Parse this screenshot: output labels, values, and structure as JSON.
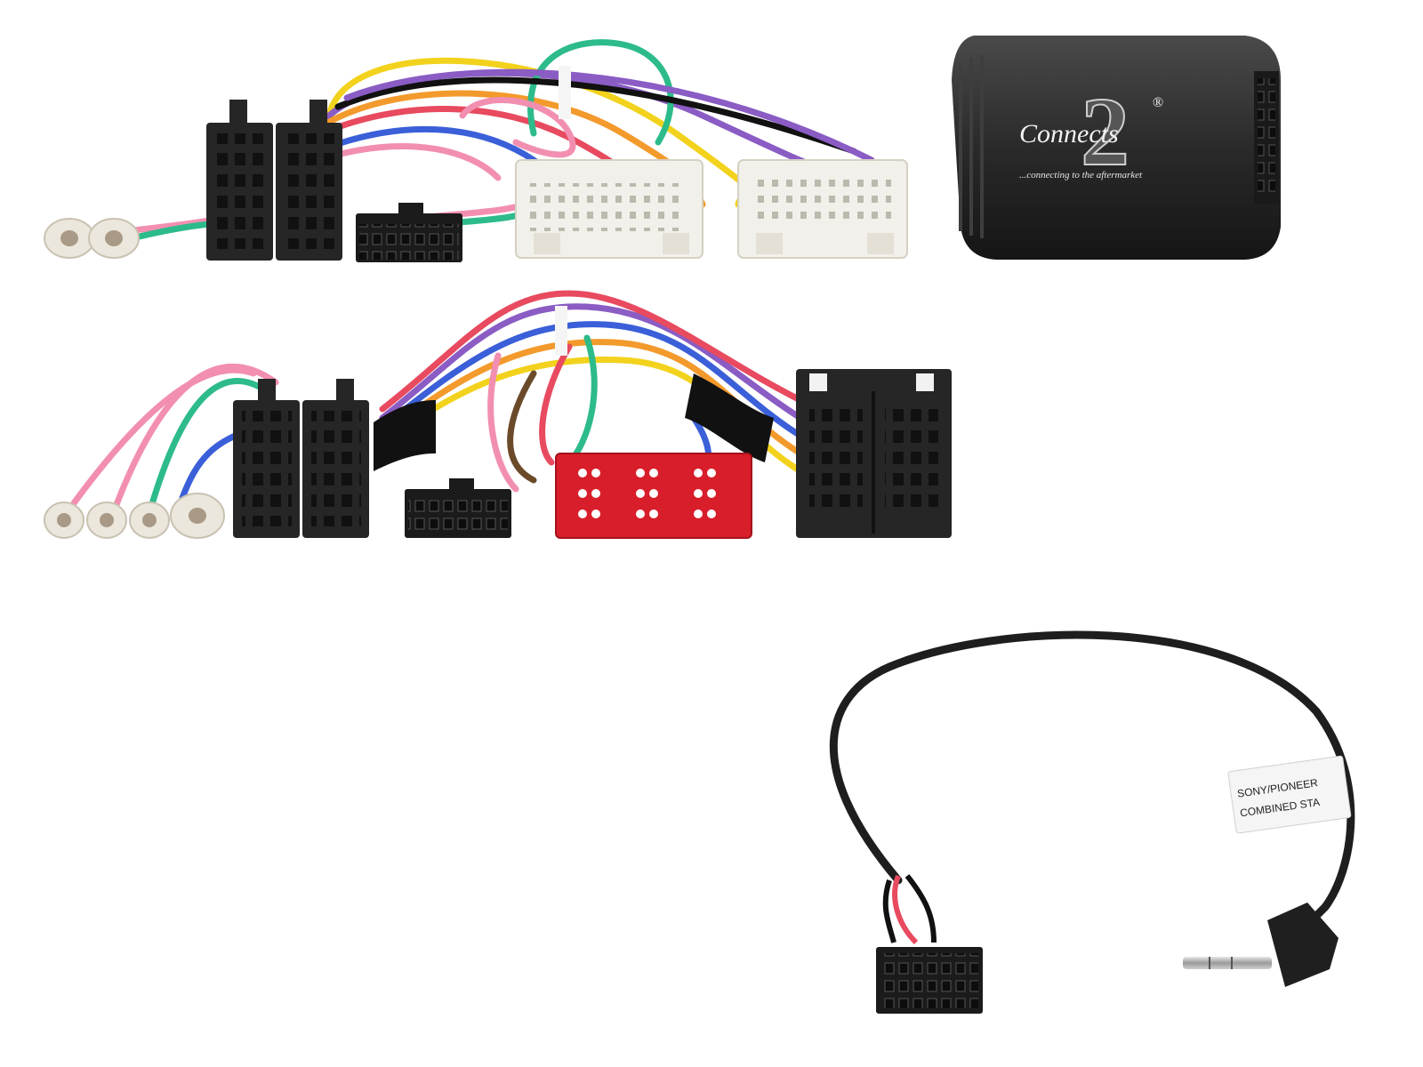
{
  "colors": {
    "background": "#ffffff",
    "connector_black": "#262626",
    "connector_white": "#f2f0ea",
    "connector_red": "#d81e2a",
    "module_body": "#2a2a2a",
    "cable": "#1e1e1e",
    "wire_colors": [
      "#f2d21c",
      "#8a5cc4",
      "#f39a2c",
      "#e84a5f",
      "#2dbb8a",
      "#f28fb1",
      "#3a5fd8",
      "#6b4a2a",
      "#111111"
    ]
  },
  "module": {
    "brand": "Connects",
    "brand_numeral": "2",
    "registered_mark": "®",
    "tagline": "...connecting to the aftermarket"
  },
  "patch_lead": {
    "label_line1": "SONY/PIONEER",
    "label_line2": "COMBINED STA"
  },
  "icons": {
    "module": "steering-interface-module-icon",
    "jack": "3-5mm-jack-plug-icon"
  }
}
